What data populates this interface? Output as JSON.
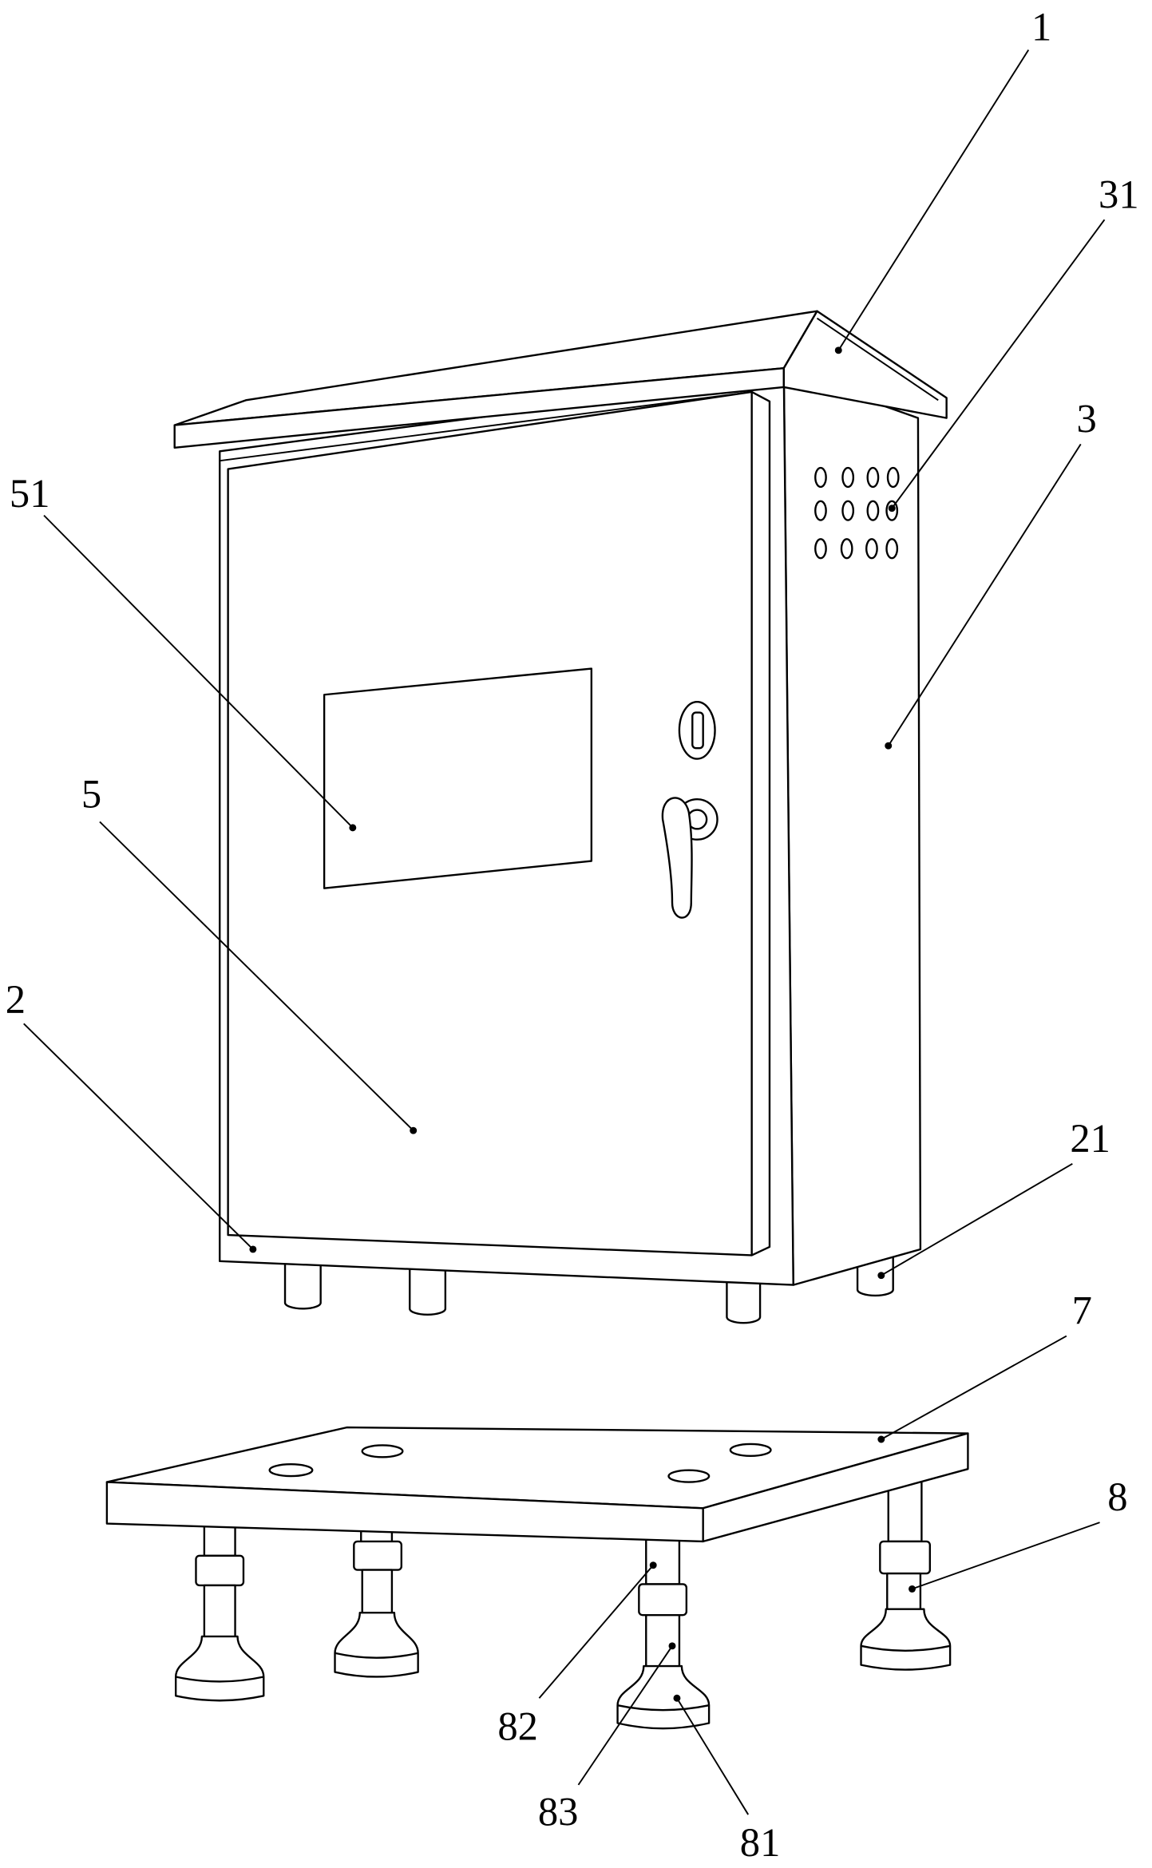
{
  "callouts": [
    {
      "text": "1"
    },
    {
      "text": "31"
    },
    {
      "text": "3"
    },
    {
      "text": "51"
    },
    {
      "text": "5"
    },
    {
      "text": "2"
    },
    {
      "text": "21"
    },
    {
      "text": "7"
    },
    {
      "text": "8"
    },
    {
      "text": "82"
    },
    {
      "text": "83"
    },
    {
      "text": "81"
    }
  ],
  "colors": {
    "line": "#000000",
    "background": "#ffffff"
  }
}
